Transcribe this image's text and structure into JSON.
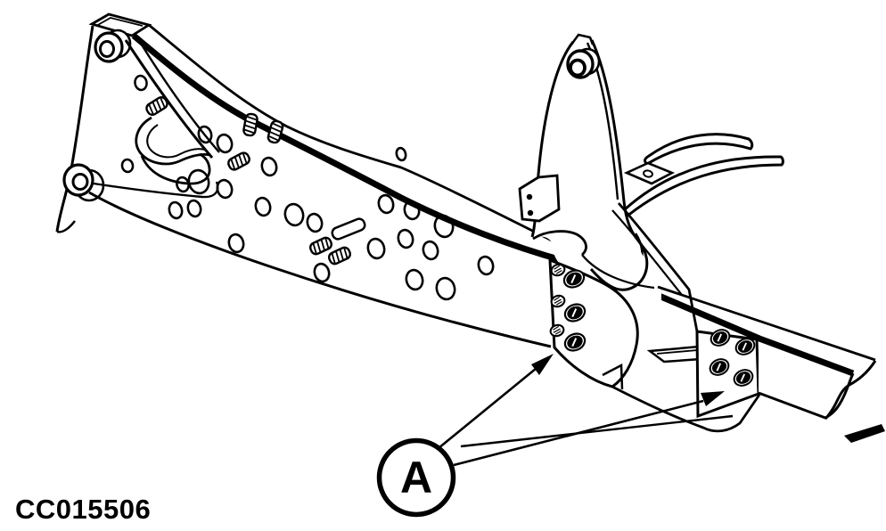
{
  "figure": {
    "caption": "CC015506",
    "callout": {
      "label": "A",
      "arrow_count": 2
    },
    "colors": {
      "line": "#000000",
      "background": "#ffffff"
    }
  }
}
